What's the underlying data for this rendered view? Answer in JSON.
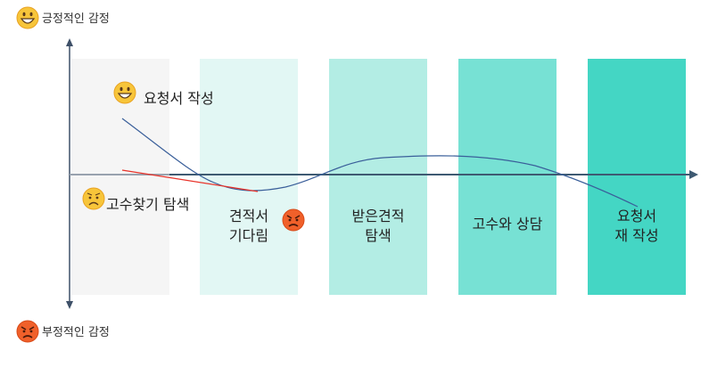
{
  "axis": {
    "positive_label": "긍정적인 감정",
    "negative_label": "부정적인 감정"
  },
  "stages": [
    {
      "label": "고수찾기 탐색",
      "color": "#f5f5f5"
    },
    {
      "label": "견적서\n기다림",
      "color": "#e2f7f4"
    },
    {
      "label": "받은견적\n탐색",
      "color": "#b3ede4"
    },
    {
      "label": "고수와 상담",
      "color": "#77e1d4"
    },
    {
      "label": "요청서\n재 작성",
      "color": "#44d6c4"
    }
  ],
  "annotations": {
    "request_writing": "요청서 작성"
  },
  "icons": [
    "grinning-face-icon",
    "worried-face-icon",
    "angry-face-icon"
  ],
  "colors": {
    "curve": "#3a5f9a",
    "trend": "#e8332a",
    "axis": "#3e5068"
  }
}
